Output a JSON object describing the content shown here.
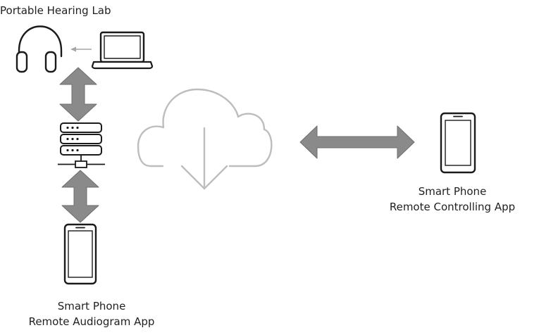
{
  "title": "Portable Hearing Lab",
  "nodes": {
    "headphones": {
      "icon": "headphones-icon"
    },
    "laptop": {
      "icon": "laptop-icon"
    },
    "server": {
      "icon": "server-icon"
    },
    "cloud": {
      "icon": "cloud-download-icon"
    },
    "audiogram_phone": {
      "icon": "smartphone-icon",
      "label_line1": "Smart Phone",
      "label_line2": "Remote Audiogram App"
    },
    "remote_phone": {
      "icon": "smartphone-icon",
      "label_line1": "Smart Phone",
      "label_line2": "Remote Controlling App"
    }
  },
  "connections": [
    {
      "from": "laptop",
      "to": "headphones",
      "style": "thin-arrow"
    },
    {
      "from": "headphones",
      "to": "server",
      "style": "bidirectional"
    },
    {
      "from": "server",
      "to": "audiogram_phone",
      "style": "bidirectional"
    },
    {
      "from": "cloud",
      "to": "remote_phone",
      "style": "bidirectional"
    }
  ],
  "colors": {
    "arrow_fill": "#8a8a8a",
    "arrow_stroke": "#6e6e6e",
    "cloud_stroke": "#bdbdbd",
    "icon_stroke": "#1a1a1a",
    "thin_arrow": "#a6a6a6"
  }
}
